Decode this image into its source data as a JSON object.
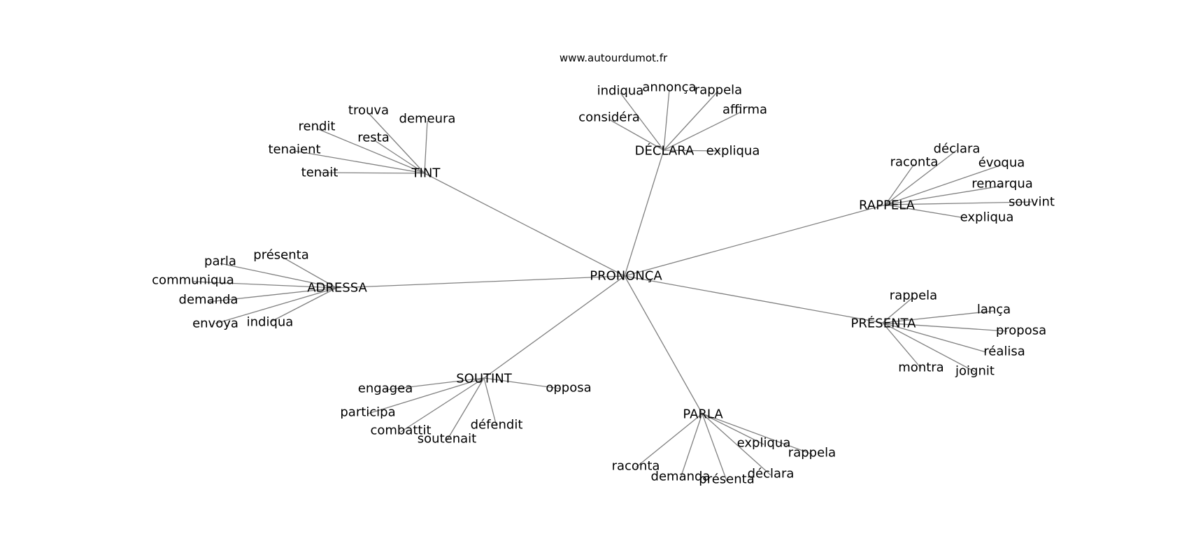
{
  "source_label": "www.autourdumot.fr",
  "colors": {
    "edge": "#808080",
    "text": "#000000",
    "background": "#ffffff"
  },
  "graph": {
    "root": "PRONONÇA",
    "clusters": [
      {
        "hub": "TINT",
        "leaves": [
          "trouva",
          "demeura",
          "rendit",
          "resta",
          "tenaient",
          "tenait"
        ]
      },
      {
        "hub": "DÉCLARA",
        "leaves": [
          "indiqua",
          "annonça",
          "rappela",
          "affirma",
          "considéra",
          "expliqua"
        ]
      },
      {
        "hub": "RAPPELA",
        "leaves": [
          "déclara",
          "raconta",
          "évoqua",
          "remarqua",
          "souvint",
          "expliqua"
        ]
      },
      {
        "hub": "ADRESSA",
        "leaves": [
          "présenta",
          "parla",
          "communiqua",
          "demanda",
          "envoya",
          "indiqua"
        ]
      },
      {
        "hub": "PRÉSENTA",
        "leaves": [
          "rappela",
          "lança",
          "proposa",
          "réalisa",
          "montra",
          "joignit"
        ]
      },
      {
        "hub": "SOUTINT",
        "leaves": [
          "engagea",
          "opposa",
          "participa",
          "défendit",
          "combattit",
          "soutenait"
        ]
      },
      {
        "hub": "PARLA",
        "leaves": [
          "expliqua",
          "rappela",
          "raconta",
          "demanda",
          "présenta",
          "déclara"
        ]
      }
    ]
  }
}
